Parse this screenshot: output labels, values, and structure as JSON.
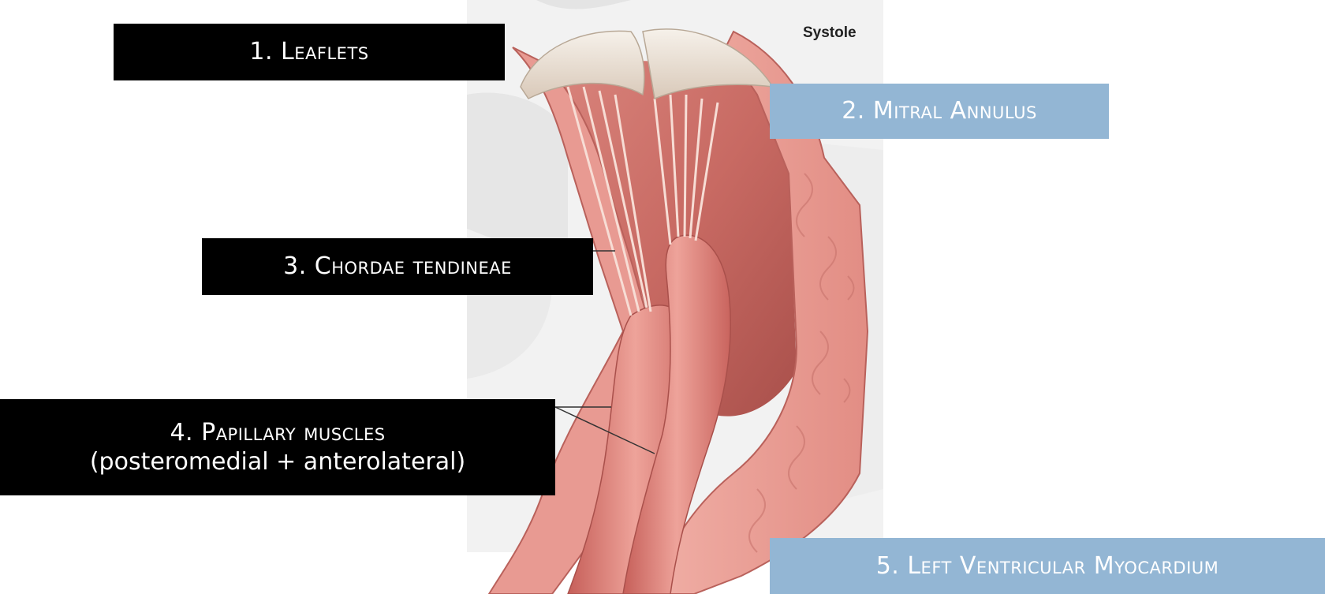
{
  "figure": {
    "phase_label": "Systole"
  },
  "labels": {
    "leaflets": "1. Leaflets",
    "mitral_annulus": "2. Mitral Annulus",
    "chordae_tendineae": "3. Chordae tendineae",
    "papillary_muscles": "4. Papillary muscles",
    "papillary_muscles_detail": "(posteromedial + anterolateral)",
    "lv_myocardium": "5. Left Ventricular Myocardium"
  },
  "colors": {
    "dark_label_bg": "#000000",
    "light_label_bg": "#93b6d4",
    "label_text": "#ffffff",
    "myocardium": "#e89a92",
    "chamber_wall": "#c96a64",
    "valve_leaflet": "#efe6da",
    "background_vessel": "#e9e9e9"
  }
}
